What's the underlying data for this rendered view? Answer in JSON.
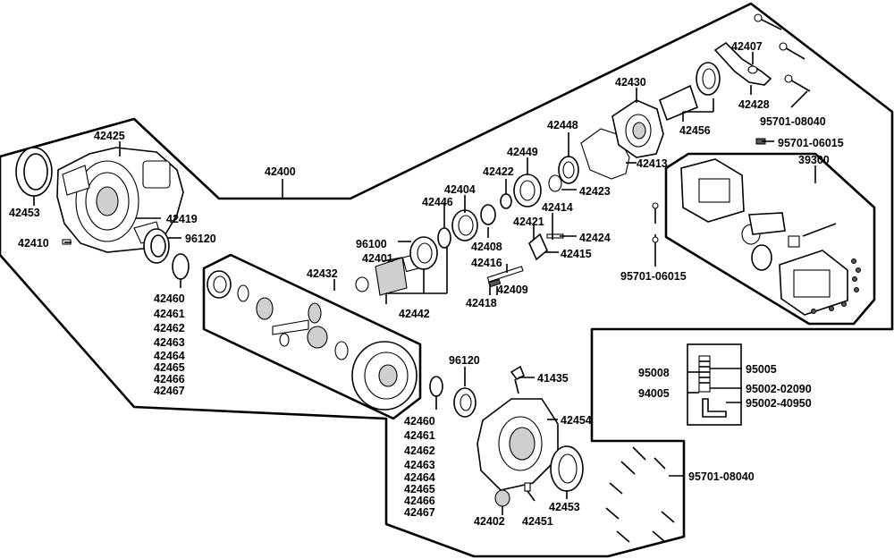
{
  "diagram": {
    "labels": {
      "p42400": "42400",
      "p42425": "42425",
      "p42453a": "42453",
      "p42419": "42419",
      "p42410": "42410",
      "p96120a": "96120",
      "p42460a": "42460",
      "p42461a": "42461",
      "p42462a": "42462",
      "p42463a": "42463",
      "p42464a": "42464",
      "p42465a": "42465",
      "p42466a": "42466",
      "p42467a": "42467",
      "p42432": "42432",
      "p96100": "96100",
      "p42401": "42401",
      "p42442": "42442",
      "p42446": "42446",
      "p42404": "42404",
      "p42408": "42408",
      "p42422": "42422",
      "p42449": "42449",
      "p42448": "42448",
      "p42423": "42423",
      "p42414": "42414",
      "p42421": "42421",
      "p42424": "42424",
      "p42415": "42415",
      "p42416": "42416",
      "p42409": "42409",
      "p42418": "42418",
      "p42430": "42430",
      "p42413": "42413",
      "p42456": "42456",
      "p42407": "42407",
      "p42428": "42428",
      "p95701_08040a": "95701-08040",
      "p95701_06015a": "95701-06015",
      "p39300": "39300",
      "p95701_06015b": "95701-06015",
      "p96120b": "96120",
      "p41435": "41435",
      "p42454": "42454",
      "p42460b": "42460",
      "p42461b": "42461",
      "p42462b": "42462",
      "p42463b": "42463",
      "p42464b": "42464",
      "p42465b": "42465",
      "p42466b": "42466",
      "p42467b": "42467",
      "p42453b": "42453",
      "p42402": "42402",
      "p42451": "42451",
      "p95701_08040b": "95701-08040",
      "p95008": "95008",
      "p94005": "94005",
      "p95005": "95005",
      "p95002_02090": "95002-02090",
      "p95002_40950": "95002-40950"
    },
    "colors": {
      "line": "#000000",
      "background": "#ffffff",
      "shade": "#cfcfcf"
    }
  }
}
